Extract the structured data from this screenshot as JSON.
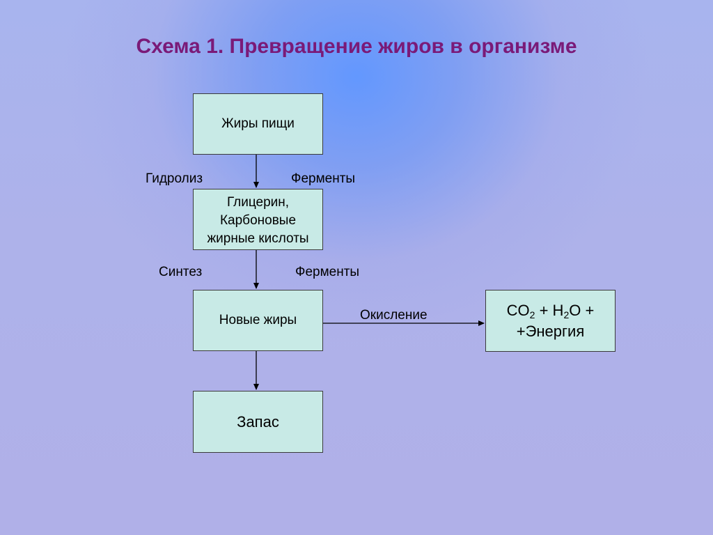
{
  "title": "Схема 1. Превращение жиров в организме",
  "nodes": {
    "food_fats": "Жиры пищи",
    "glycerin": [
      "Глицерин,",
      "Карбоновые",
      "жирные кислоты"
    ],
    "new_fats": "Новые жиры",
    "storage": "Запас",
    "products": {
      "co": "CO",
      "co_sub": "2",
      "plus_h": " + H",
      "h_sub": "2",
      "o_plus": "O +",
      "energy": "+Энергия"
    }
  },
  "edge_labels": {
    "hydrolysis": "Гидролиз",
    "enzymes_1": "Ферменты",
    "synthesis": "Синтез",
    "enzymes_2": "Ферменты",
    "oxidation": "Окисление"
  },
  "colors": {
    "title": "#7a1a78",
    "box_fill": "#c8eae6",
    "box_border": "#3a3a3a",
    "arrow": "#000000"
  }
}
